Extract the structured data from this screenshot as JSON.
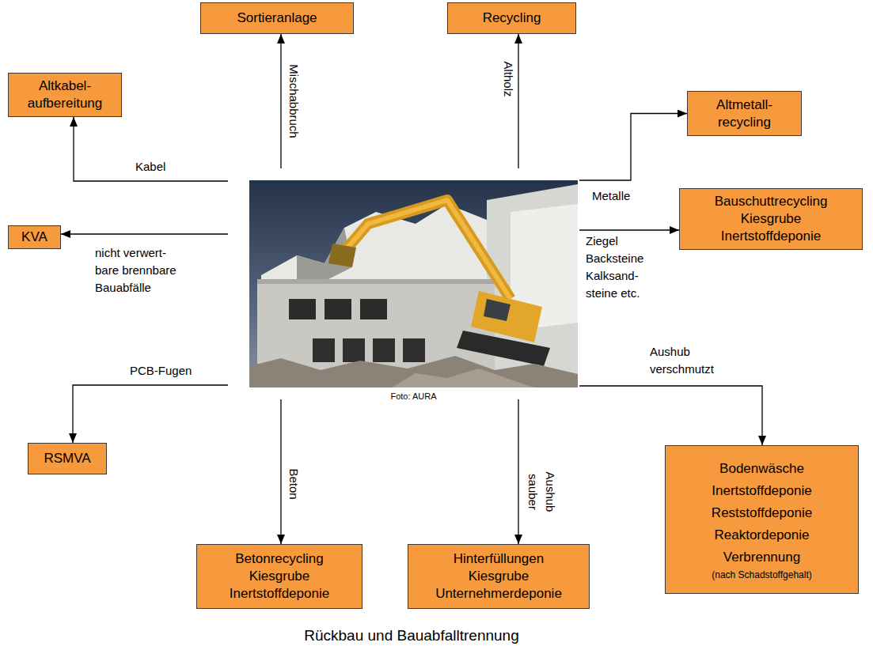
{
  "diagram": {
    "caption": "Rückbau und Bauabfalltrennung",
    "nodes": [
      {
        "text": [
          "Foto: AURA"
        ]
      },
      {
        "text": [
          "Sortieranlage"
        ]
      },
      {
        "text": [
          "Recycling"
        ]
      },
      {
        "text": [
          "Altkabel- aufbereitung"
        ]
      },
      {
        "text": [
          "Altmetall- recycling"
        ]
      },
      {
        "text": [
          "Bauschuttrecycling",
          "Kiesgrube",
          "Inertstoffdeponie"
        ]
      },
      {
        "text": [
          "KVA"
        ]
      },
      {
        "text": [
          "RSMVA"
        ]
      },
      {
        "text": [
          "Betonrecycling",
          "Kiesgrube",
          "Inertstoffdeponie"
        ]
      },
      {
        "text": [
          "Hinterfüllungen",
          "Kiesgrube",
          "Unternehmerdeponie"
        ]
      },
      {
        "text": [
          "Bodenwäsche",
          "Inertstoffdeponie",
          "Reststoffdeponie",
          "Reaktordeponie",
          "Verbrennung",
          "(nach Schadstoffgehalt)"
        ]
      }
    ],
    "edges": [
      {
        "from": 0,
        "to": 1,
        "label": "Mischabbruch",
        "arrow": "to"
      },
      {
        "from": 0,
        "to": 2,
        "label": "Altholz",
        "arrow": "to"
      },
      {
        "from": 0,
        "to": 3,
        "label": "Kabel",
        "arrow": "to"
      },
      {
        "from": 0,
        "to": 4,
        "label": "Metalle",
        "arrow": "to"
      },
      {
        "from": 0,
        "to": 5,
        "label": "Ziegel Backsteine Kalksand- steine etc.",
        "arrow": "to"
      },
      {
        "from": 0,
        "to": 6,
        "label": "nicht verwert- bare brennbare Bauabfälle",
        "arrow": "to"
      },
      {
        "from": 0,
        "to": 7,
        "label": "PCB-Fugen",
        "arrow": "to"
      },
      {
        "from": 0,
        "to": 8,
        "label": "Beton",
        "arrow": "to"
      },
      {
        "from": 0,
        "to": 9,
        "label": "Aushub sauber",
        "arrow": "to"
      },
      {
        "from": 0,
        "to": 10,
        "label": "Aushub verschmutzt",
        "arrow": "to"
      }
    ]
  }
}
